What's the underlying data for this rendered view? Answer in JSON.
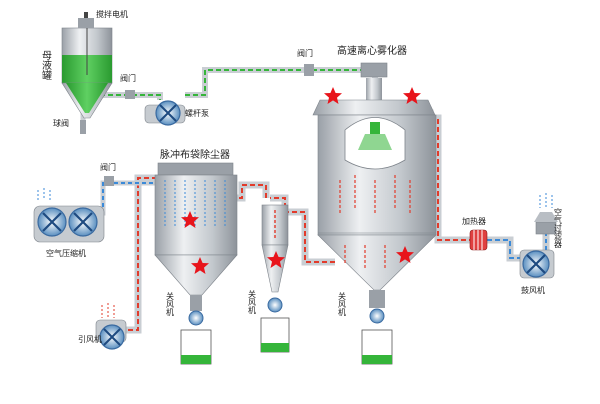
{
  "labels": {
    "mother_tank": "母液罐",
    "agitator_motor": "搅拌电机",
    "valve_tank_out": "阀门",
    "ball_valve": "球阀",
    "screw_pump": "螺杆泵",
    "valve_top": "阀门",
    "atomizer_dryer": "高速离心雾化器",
    "bag_filter": "脉冲布袋除尘器",
    "valve_left": "阀门",
    "air_compressor": "空气压缩机",
    "induced_fan": "引风机",
    "heater": "加热器",
    "air_filter": "空气过滤器",
    "blower": "鼓风机",
    "closing_fan_1": "关风机",
    "closing_fan_2": "关风机",
    "closing_fan_3": "关风机"
  },
  "colors": {
    "green_liquid": "#35b53a",
    "hot_air": "#e23b2b",
    "cold_air": "#3b8ad8",
    "steel": "#b9bec4",
    "pipe": "#d9dde2",
    "star": "#e8141b"
  },
  "stars_count": 6
}
